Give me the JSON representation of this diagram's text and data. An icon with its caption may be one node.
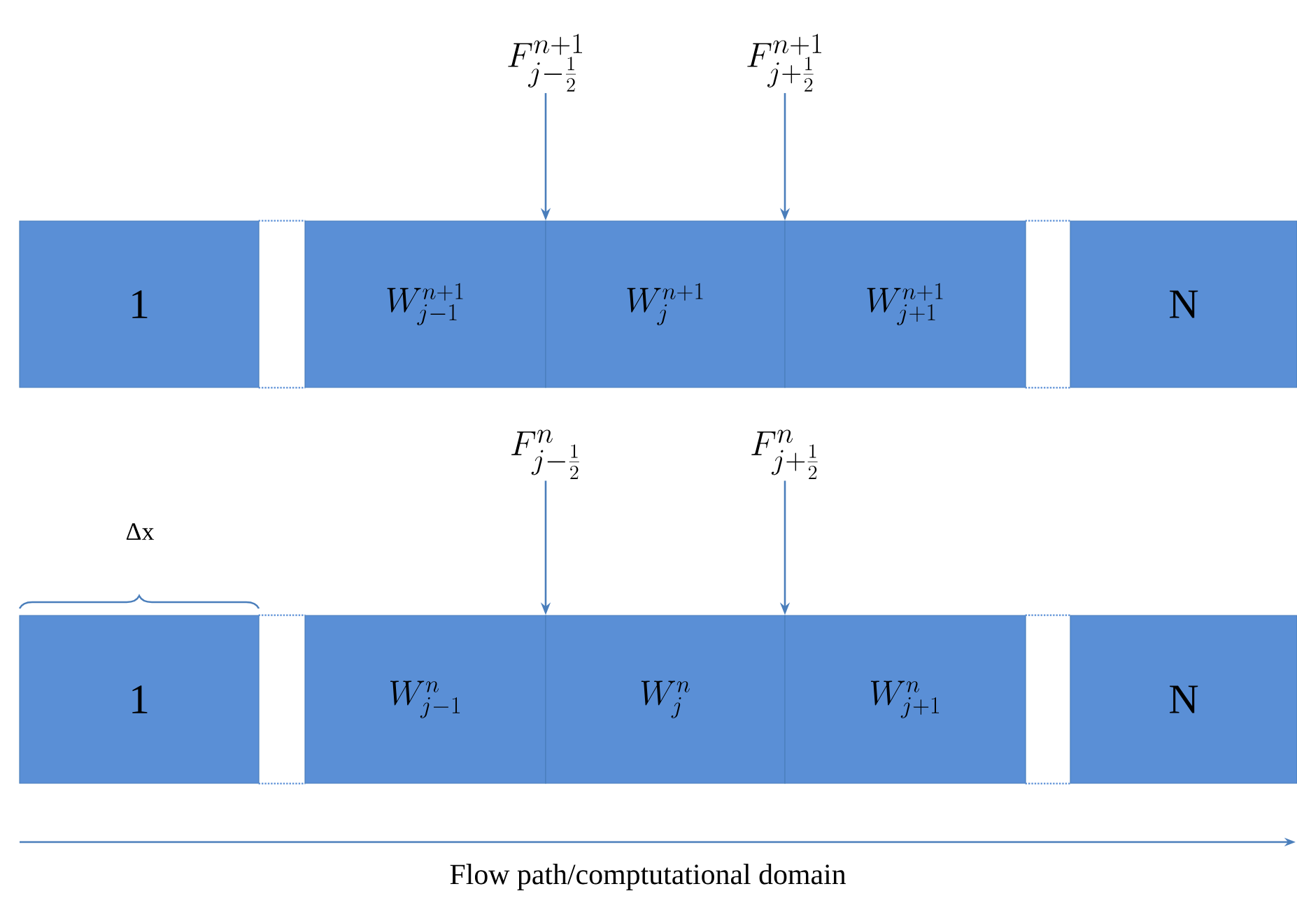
{
  "diagram": {
    "nodes": [
      {
        "text": [
          "F_{j-\\frac{1}{2}}^{n+1}"
        ]
      },
      {
        "text": [
          "F_{j+\\frac{1}{2}}^{n+1}"
        ]
      },
      {
        "text": [
          "1"
        ]
      },
      {
        "text": [],
        "shape": "box"
      },
      {
        "text": [
          "W_{j-1}^{n+1}"
        ]
      },
      {
        "text": [
          "W_{j}^{n+1}"
        ]
      },
      {
        "text": [
          "W_{j+1}^{n+1}"
        ]
      },
      {
        "text": [],
        "shape": "box"
      },
      {
        "text": [
          "N"
        ]
      },
      {
        "text": [
          "F_{j-\\frac{1}{2}}^{n}"
        ]
      },
      {
        "text": [
          "F_{j+\\frac{1}{2}}^{n}"
        ]
      },
      {
        "text": [
          "1"
        ]
      },
      {
        "text": [],
        "shape": "box"
      },
      {
        "text": [
          "W_{j-1}^{n}"
        ]
      },
      {
        "text": [
          "W_{j}^{n}"
        ]
      },
      {
        "text": [
          "W_{j+1}^{n}"
        ]
      },
      {
        "text": [],
        "shape": "box"
      },
      {
        "text": [
          "N"
        ]
      }
    ],
    "edges": [
      {
        "from": 0,
        "to": 5,
        "arrow": "to"
      },
      {
        "from": 1,
        "to": 5,
        "arrow": "to"
      },
      {
        "from": 9,
        "to": 14,
        "arrow": "to"
      },
      {
        "from": 10,
        "to": 14,
        "arrow": "to"
      }
    ],
    "labels": [
      "Δx",
      "Flow path/comptutational domain"
    ]
  }
}
